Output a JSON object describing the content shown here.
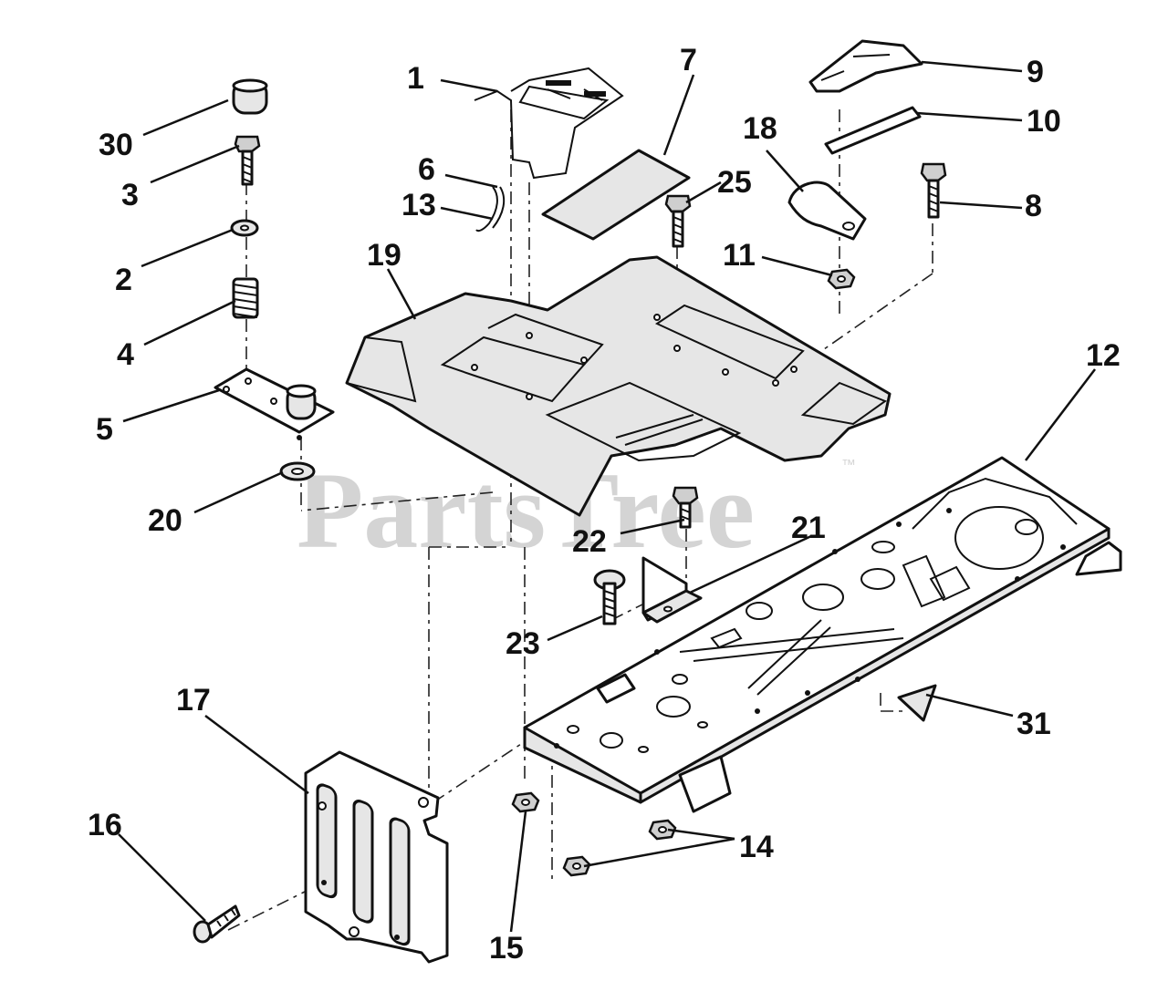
{
  "watermark": {
    "brand": "PartsTree",
    "trademark": "™"
  },
  "callouts": {
    "c1": "1",
    "c2": "2",
    "c3": "3",
    "c4": "4",
    "c5": "5",
    "c6": "6",
    "c7": "7",
    "c8": "8",
    "c9": "9",
    "c10": "10",
    "c11": "11",
    "c12": "12",
    "c13": "13",
    "c14": "14",
    "c15": "15",
    "c16": "16",
    "c17": "17",
    "c18": "18",
    "c19": "19",
    "c20": "20",
    "c21": "21",
    "c22": "22",
    "c23": "23",
    "c25": "25",
    "c30": "30",
    "c31": "31"
  },
  "colors": {
    "ink": "#111111",
    "watermark": "#d4d4d4",
    "paper": "#ffffff"
  }
}
